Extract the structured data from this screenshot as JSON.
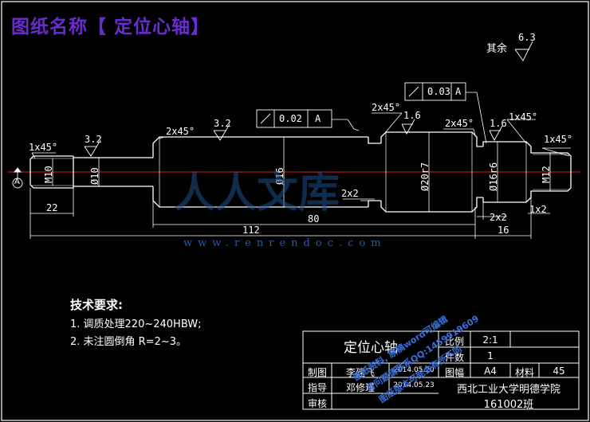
{
  "title_block_header": "图纸名称【 定位心轴】",
  "surface_finish_rest": {
    "prefix": "其余",
    "value": "6.3"
  },
  "datum_label": "A",
  "geometric_tolerances": [
    {
      "value": "0.02",
      "datum": "A"
    },
    {
      "value": "0.03",
      "datum": "A"
    }
  ],
  "chamfers": [
    "1x45°",
    "2x45°",
    "2x45°",
    "2x45°",
    "1x45°",
    "1x45°"
  ],
  "roughness": [
    "3.2",
    "3.2",
    "1.6",
    "1.6"
  ],
  "diameters": [
    "M10",
    "Ø10",
    "Ø16",
    "Ø20r7",
    "Ø16r6",
    "M12"
  ],
  "dimensions": {
    "d22": "22",
    "d80": "80",
    "d112": "112",
    "d16": "16",
    "g2x2": "2x2",
    "g2x2b": "2x2",
    "g1x2": "1x2"
  },
  "tech_requirements": {
    "heading": "技术要求:",
    "items": [
      "1. 调质处理220~240HBW;",
      "2. 未注圆倒角 R=2~3。"
    ]
  },
  "title_block": {
    "part_name": "定位心轴",
    "scale_label": "比例",
    "scale_value": "2:1",
    "qty_label": "件数",
    "qty_value": "1",
    "sheet_label": "图幅",
    "sheet_value": "A4",
    "material_label": "材料",
    "material_value": "45",
    "drawn_label": "制图",
    "drawn_name": "李建飞",
    "drawn_date": "2014.05.20",
    "guide_label": "指导",
    "guide_name": "邓修瑾",
    "guide_date": "2014.05.23",
    "review_label": "审核",
    "school": "西北工业大学明德学院",
    "class": "161002班"
  },
  "watermark": {
    "site": "www.renrendoc.com",
    "big": "人人文库",
    "lines": [
      "图纸资料, 原稿word可编辑",
      "有问题请联系QQ:1459919609",
      "图纸版本可能会有所不同"
    ]
  }
}
